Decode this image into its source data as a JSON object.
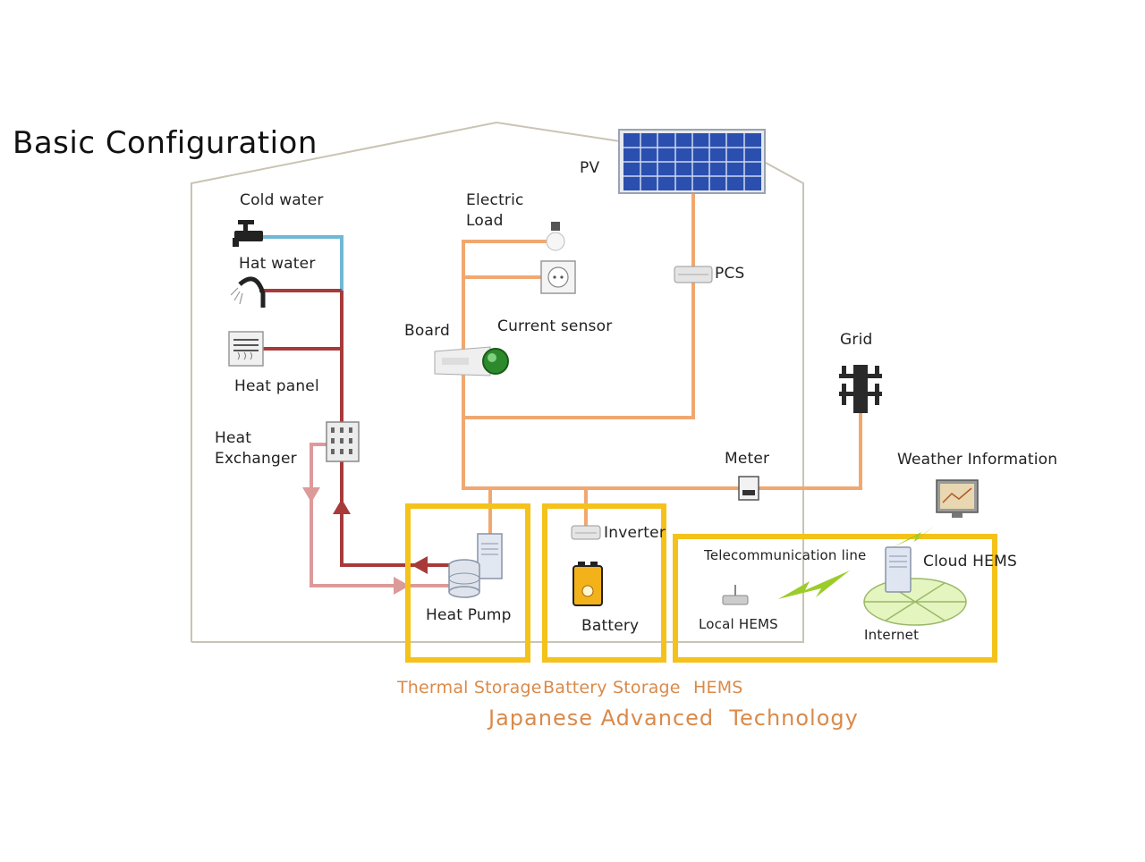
{
  "title": "Basic Configuration",
  "labels": {
    "cold_water": "Cold water",
    "hot_water": "Hat water",
    "heat_panel": "Heat panel",
    "heat_exchanger_1": "Heat",
    "heat_exchanger_2": "Exchanger",
    "electric_load_1": "Electric",
    "electric_load_2": "Load",
    "board": "Board",
    "current_sensor": "Current sensor",
    "pv": "PV",
    "pcs": "PCS",
    "grid": "Grid",
    "meter": "Meter",
    "weather_information": "Weather Information",
    "inverter": "Inverter",
    "battery": "Battery",
    "heat_pump": "Heat Pump",
    "telecommunication_line": "Telecommunication line",
    "cloud_hems": "Cloud HEMS",
    "local_hems": "Local HEMS",
    "internet": "Internet"
  },
  "groups": {
    "thermal_storage": "Thermal Storage",
    "battery_storage": "Battery Storage",
    "hems": "HEMS",
    "footer": "Japanese Advanced  Technology"
  },
  "colors": {
    "power_line": "#f0a870",
    "cold_water": "#6fb8d6",
    "hot_water": "#a83a3a",
    "return_water": "#dd9a9a",
    "group_box": "#f4c21a",
    "label_orange": "#d98a4a",
    "telecom": "#9ccc2a"
  }
}
